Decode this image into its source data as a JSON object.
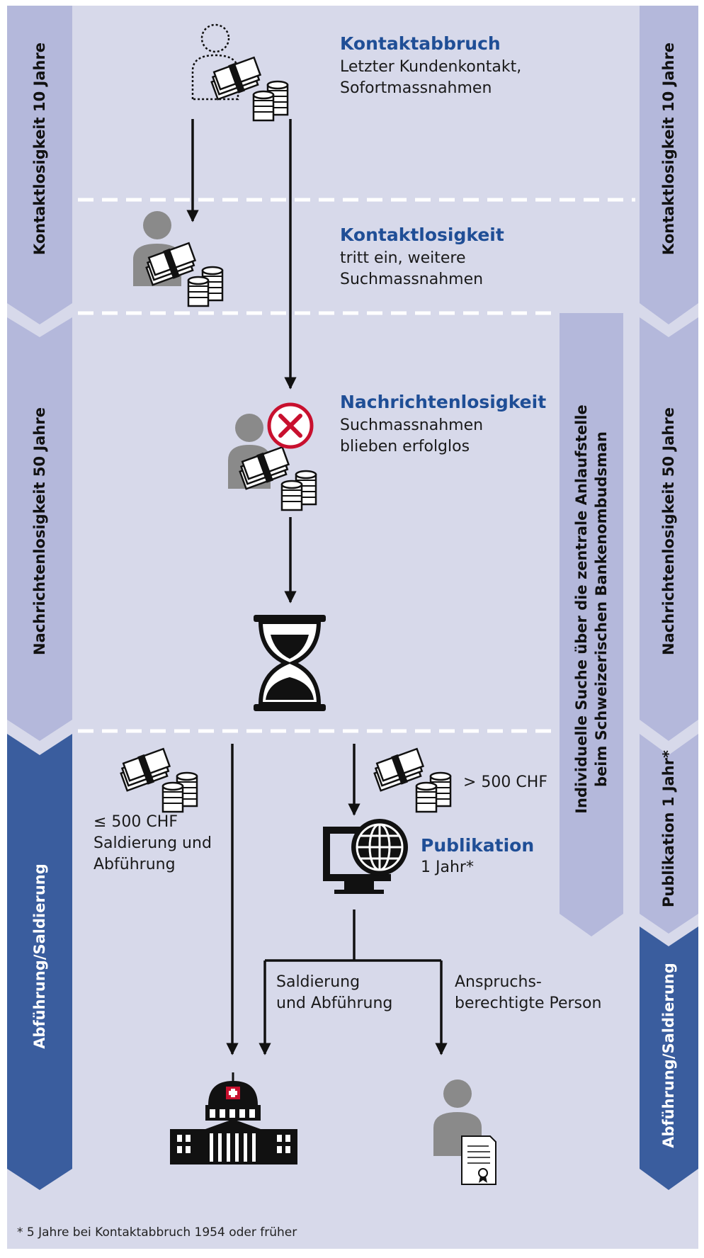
{
  "left_bands": {
    "band1": "Kontaktlosigkeit 10 Jahre",
    "band2": "Nachrichtenlosigkeit 50 Jahre",
    "band3": "Abführung/Saldierung"
  },
  "right_bands": {
    "band1": "Kontaktlosigkeit 10 Jahre",
    "band2": "Nachrichtenlosigkeit 50 Jahre",
    "band3": "Publikation 1 Jahr*",
    "band4": "Abführung/Saldierung"
  },
  "search_band": {
    "line1": "Individuelle Suche über die zentrale Anlaufstelle",
    "line2": "beim Schweizerischen Bankenombudsman"
  },
  "steps": {
    "kontaktabbruch": {
      "title": "Kontaktabbruch",
      "line1": "Letzter Kundenkontakt,",
      "line2": "Sofortmassnahmen"
    },
    "kontaktlosigkeit": {
      "title": "Kontaktlosigkeit",
      "line1": "tritt ein, weitere",
      "line2": "Suchmassnahmen"
    },
    "nachrichtenlosigkeit": {
      "title": "Nachrichtenlosigkeit",
      "line1": "Suchmassnahmen",
      "line2": "blieben erfolglos"
    },
    "publikation": {
      "title": "Publikation",
      "line1": "1 Jahr*"
    }
  },
  "small_amount": {
    "line1": "≤ 500 CHF",
    "line2": "Saldierung und",
    "line3": "Abführung"
  },
  "large_amount": "> 500 CHF",
  "branch_left": {
    "line1": "Saldierung",
    "line2": "und Abführung"
  },
  "branch_right": {
    "line1": "Anspruchs-",
    "line2": "berechtigte Person"
  },
  "footnote": "* 5 Jahre bei Kontaktabbruch 1954 oder früher",
  "colors": {
    "background": "#d7d9ea",
    "band_light": "#b4b8db",
    "band_dark": "#3a5d9e",
    "title_blue": "#1f4e96",
    "error_red": "#c8102e",
    "person_gray": "#8a8a8a"
  }
}
